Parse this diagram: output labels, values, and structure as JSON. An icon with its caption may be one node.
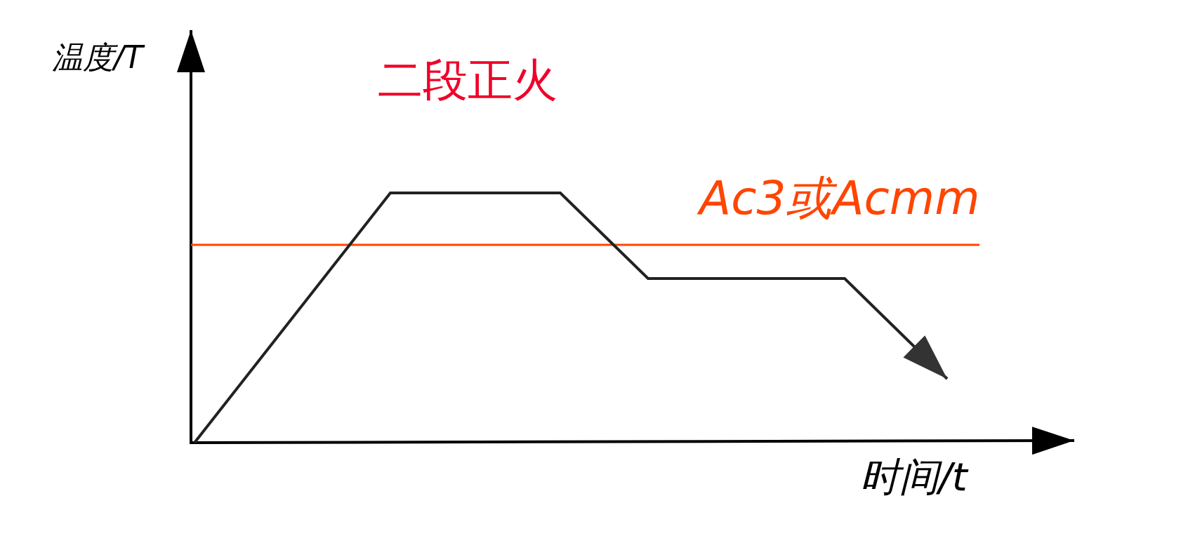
{
  "diagram": {
    "title": "二段正火",
    "labels": [
      "温度/T",
      "Ac3或Acmm",
      "时间/t"
    ]
  }
}
